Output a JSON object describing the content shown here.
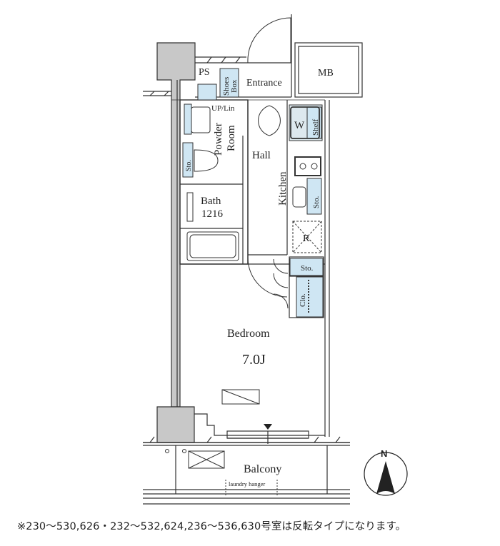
{
  "floorplan": {
    "rooms": {
      "ps": "PS",
      "shoes_box_line1": "Shoes",
      "shoes_box_line2": "Box",
      "entrance": "Entrance",
      "mb": "MB",
      "up_lin": "UP/Lin",
      "powder_room_line1": "Powder",
      "powder_room_line2": "Room",
      "storage_left": "Sto.",
      "hall": "Hall",
      "washer": "W",
      "shelf": "Shelf",
      "kitchen": "Kitchen",
      "storage_kitchen": "Sto.",
      "refrigerator": "R",
      "bath": "Bath",
      "bath_size": "1216",
      "storage_bedroom": "Sto.",
      "closet": "Clo.",
      "bedroom": "Bedroom",
      "bedroom_size": "7.0J",
      "balcony": "Balcony",
      "laundry_hanger": "laundry hanger"
    },
    "compass_label": "N",
    "colors": {
      "wall_fill": "#c8c8c8",
      "storage_fill": "#cfe6f3",
      "line": "#333333"
    }
  },
  "footnote": "※230〜530,626・232〜532,624,236〜536,630号室は反転タイプになります。"
}
